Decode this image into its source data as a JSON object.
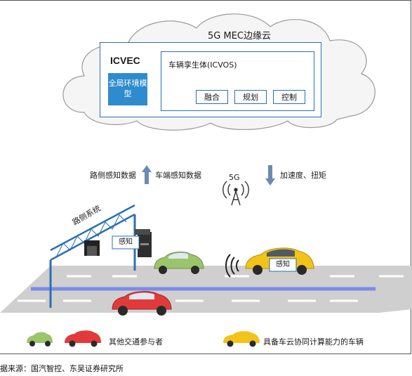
{
  "cloud": {
    "title": "5G MEC边缘云"
  },
  "icvec": {
    "label": "ICVEC",
    "env_model": "全局环境模型"
  },
  "twin": {
    "label": "车辆孪生体(ICVOS)",
    "chips": [
      "融合",
      "规划",
      "控制"
    ]
  },
  "flows": {
    "roadside_data": "路侧感知数据",
    "vehicle_data": "车端感知数据",
    "signal": "5G",
    "accel": "加速度、扭矩"
  },
  "roadside": {
    "system_label": "路侧系统",
    "sense": "感知"
  },
  "vehicle": {
    "sense": "感知"
  },
  "legend": {
    "other": "其他交通参与者",
    "capable": "具备车云协同计算能力的车辆"
  },
  "source": "据来源：国汽智控、东吴证券研究所",
  "colors": {
    "accent": "#2e8bcd",
    "box_border": "#2a6fb5",
    "road": "#c9c9c9",
    "lane_blue": "#7b8be8",
    "taxi": "#f2c318",
    "green_car": "#9bc56b",
    "red_car": "#e23a3a"
  }
}
